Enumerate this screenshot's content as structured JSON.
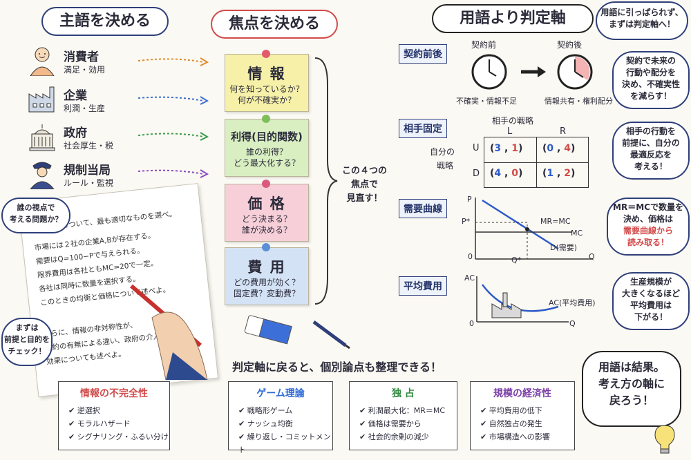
{
  "headers": {
    "subject": "主語を決める",
    "focus": "焦点を決める",
    "terms": "用語より判定軸"
  },
  "subjects": [
    {
      "name": "消費者",
      "desc": "満足・効用",
      "icon": "person-icon"
    },
    {
      "name": "企業",
      "desc": "利潤・生産",
      "icon": "factory-icon"
    },
    {
      "name": "政府",
      "desc": "社会厚生・税",
      "icon": "government-icon"
    },
    {
      "name": "規制当局",
      "desc": "ルール・監視",
      "icon": "officer-icon"
    }
  ],
  "notes": [
    {
      "title": "情 報",
      "l1": "何を知っているか？",
      "l2": "何が不確実か？",
      "color": "#f6f0a8",
      "pin": "#e25b6a"
    },
    {
      "title": "利得(目的関数)",
      "l1": "誰の利得？",
      "l2": "どう最大化する？",
      "color": "#d9efc2",
      "pin": "#7fbf5a"
    },
    {
      "title": "価 格",
      "l1": "どう決まる？",
      "l2": "誰が決める？",
      "color": "#f7cfd9",
      "pin": "#d95a7c"
    },
    {
      "title": "費 用",
      "l1": "どの費用が効く？",
      "l2": "固定費？変動費？",
      "color": "#d4e2f5",
      "pin": "#5b8fd6"
    }
  ],
  "brace_text": [
    "この４つの",
    "焦点で",
    "見直す！"
  ],
  "top_bubble": [
    "用語に引っぱられず、",
    "まずは判定軸へ！"
  ],
  "axes": [
    {
      "label": "契約前後",
      "bubble": [
        "契約で未来の",
        "行動や配分を",
        "決め、不確実性",
        "を減らす！"
      ]
    },
    {
      "label": "相手固定",
      "bubble": [
        "相手の行動を",
        "前提に、自分の",
        "最適反応を",
        "考える！"
      ]
    },
    {
      "label": "需要曲線",
      "bubble": [
        "MR＝MCで数量を",
        "決め、価格は",
        "需要曲線から",
        "読み取る！"
      ]
    },
    {
      "label": "平均費用",
      "bubble": [
        "生産規模が",
        "大きくなるほど",
        "平均費用は",
        "下がる！"
      ]
    }
  ],
  "contract": {
    "before": "契約前",
    "after": "契約後",
    "before_note": "不確実・情報不足",
    "after_note": "情報共有・権利配分"
  },
  "game": {
    "title": "相手の戦略",
    "cols": [
      "L",
      "R"
    ],
    "rows": [
      "U",
      "D"
    ],
    "row_title1": "自分の",
    "row_title2": "戦略",
    "cells": [
      [
        "3",
        "1",
        "0",
        "4"
      ],
      [
        "4",
        "0",
        "1",
        "2"
      ]
    ]
  },
  "demand": {
    "p": "P",
    "pstar": "P*",
    "q": "Q",
    "qstar": "Q*",
    "zero": "0",
    "mrmc": "MR=MC",
    "mc": "MC",
    "d": "D(需要)"
  },
  "avgcost": {
    "ac": "AC",
    "q": "Q",
    "zero": "0",
    "curve": "AC(平均費用)"
  },
  "paper": {
    "lines": [
      "次の状況について、最も適切なものを選べ。",
      "市場には２社の企業A,Bが存在する。",
      "需要はQ=100−Pで与えられる。",
      "限界費用は各社ともMC=20で一定。",
      "各社は同時に数量を選択する。",
      "このときの均衡と価格について述べよ。",
      "さらに、情報の非対称性が、",
      "契約の有無による違い、政府の介入、",
      "効果についても述べよ。"
    ]
  },
  "left_bubble1": [
    "誰の視点で",
    "考える問題か？"
  ],
  "left_bubble2": [
    "まずは",
    "前提と目的を",
    "チェック！"
  ],
  "banner": "判定軸に戻ると、個別論点も整理できる！",
  "boxes": [
    {
      "title": "情報の不完全性",
      "items": [
        "逆選択",
        "モラルハザード",
        "シグナリング・ふるい分け"
      ],
      "color": "#d24a4a"
    },
    {
      "title": "ゲーム理論",
      "items": [
        "戦略形ゲーム",
        "ナッシュ均衡",
        "繰り返し・コミットメント"
      ],
      "color": "#2e6ad6"
    },
    {
      "title": "独 占",
      "items": [
        "利潤最大化：MR＝MC",
        "価格は需要から",
        "社会的余剰の減少"
      ],
      "color": "#2e8b3e"
    },
    {
      "title": "規模の経済性",
      "items": [
        "平均費用の低下",
        "自然独占の発生",
        "市場構造への影響"
      ],
      "color": "#7a3fa8"
    }
  ],
  "final_bubble": [
    "用語は結果。",
    "考え方の軸に",
    "戻ろう！"
  ]
}
